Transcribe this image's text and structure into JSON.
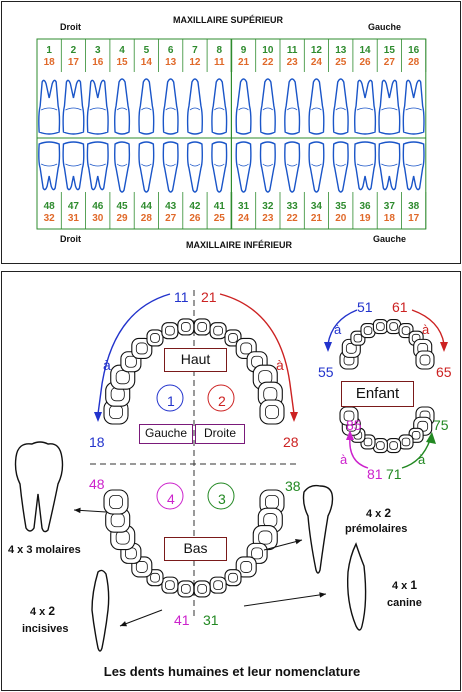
{
  "top_chart": {
    "title_top": "MAXILLAIRE SUPÉRIEUR",
    "title_bottom": "MAXILLAIRE INFÉRIEUR",
    "left_top": "Droit",
    "right_top": "Gauche",
    "left_bottom": "Droit",
    "right_bottom": "Gauche",
    "upper_numbers_green": [
      "1",
      "2",
      "3",
      "4",
      "5",
      "6",
      "7",
      "8",
      "9",
      "10",
      "11",
      "12",
      "13",
      "14",
      "15",
      "16"
    ],
    "upper_numbers_orange": [
      "18",
      "17",
      "16",
      "15",
      "14",
      "13",
      "12",
      "11",
      "21",
      "22",
      "23",
      "24",
      "25",
      "26",
      "27",
      "28"
    ],
    "lower_numbers_green": [
      "48",
      "47",
      "46",
      "45",
      "44",
      "43",
      "42",
      "41",
      "31",
      "32",
      "33",
      "34",
      "35",
      "36",
      "37",
      "38"
    ],
    "lower_numbers_orange": [
      "32",
      "31",
      "30",
      "29",
      "28",
      "27",
      "26",
      "25",
      "24",
      "23",
      "22",
      "21",
      "20",
      "19",
      "18",
      "17"
    ]
  },
  "adult": {
    "haut": "Haut",
    "bas": "Bas",
    "gauche": "Gauche",
    "droite": "Droite",
    "q1": "1",
    "q2": "2",
    "q3": "3",
    "q4": "4",
    "n11": "11",
    "n21": "21",
    "n18": "18",
    "n28": "28",
    "n48": "48",
    "n38": "38",
    "n41": "41",
    "n31": "31",
    "arrow_a": "à"
  },
  "child": {
    "label": "Enfant",
    "n51": "51",
    "n61": "61",
    "n55": "55",
    "n65": "65",
    "n85": "85",
    "n75": "75",
    "n81": "81",
    "n71": "71",
    "arrow_a": "à"
  },
  "annotations": {
    "molaires_count": "4 x 3 molaires",
    "premolaires_count": "4 x ",
    "premolaires_num": "2",
    "premolaires_word": "prémolaires",
    "canine_count": "4 x ",
    "canine_num": "1",
    "canine_word": "canine",
    "incisives_count": "4 x ",
    "incisives_num": "2",
    "incisives_word": "incisives"
  },
  "caption": "Les dents humaines et leur nomenclature",
  "colors": {
    "green": "#2e8b2e",
    "orange": "#e0692a",
    "blue": "#2233cc",
    "red": "#cc2222",
    "magenta": "#cc22cc",
    "dark_green": "#228822",
    "maroon": "#7a1a1a",
    "tooth_blue": "#1a55c8"
  }
}
